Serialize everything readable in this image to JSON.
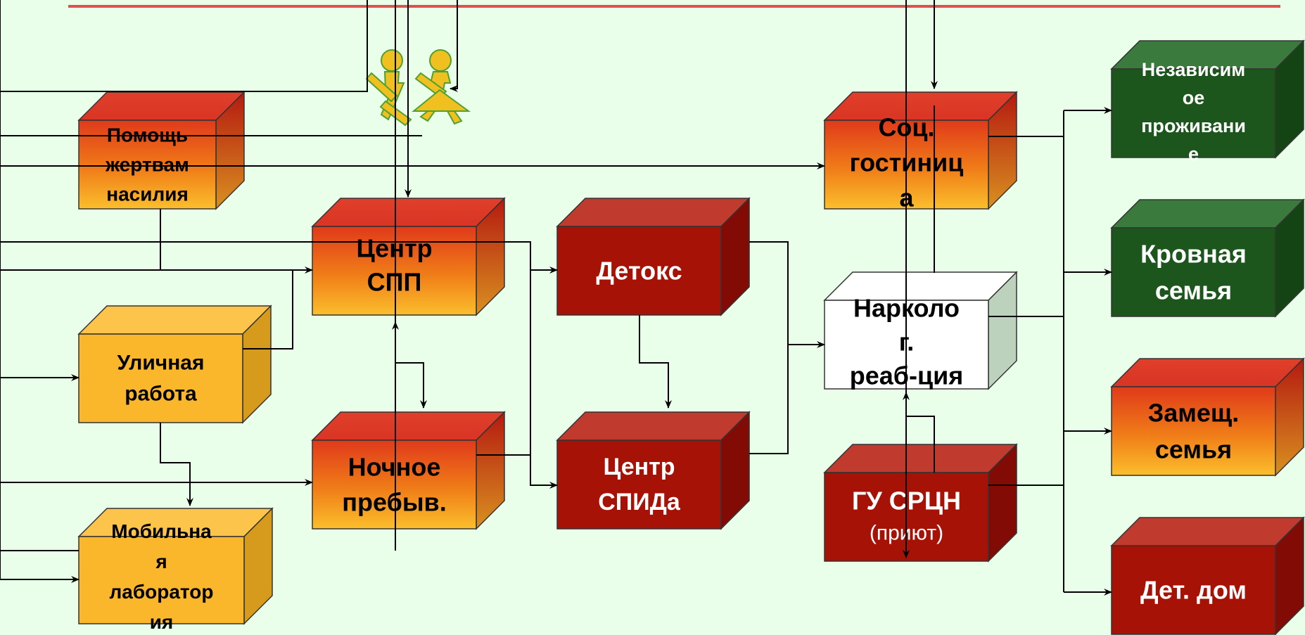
{
  "colors": {
    "background": "#eaffea",
    "top_rule": "#e0504c",
    "line": "#000000",
    "figure_fill": "#f0c020",
    "figure_stroke": "#50a030"
  },
  "boxes": [
    {
      "id": "help-victims",
      "lines": [
        "Помощь",
        "жертвам",
        "насилия"
      ],
      "style": "orange"
    },
    {
      "id": "street-work",
      "lines": [
        "Уличная",
        "работа"
      ],
      "style": "yellow"
    },
    {
      "id": "mobile-lab",
      "lines": [
        "Мобильна",
        "я",
        "лаборатор",
        "ия"
      ],
      "style": "yellow"
    },
    {
      "id": "center-spp",
      "lines": [
        "Центр",
        "СПП"
      ],
      "style": "orange"
    },
    {
      "id": "night-stay",
      "lines": [
        "Ночное",
        "пребыв."
      ],
      "style": "orange"
    },
    {
      "id": "detox",
      "lines": [
        "Детокс"
      ],
      "style": "red"
    },
    {
      "id": "aids-center",
      "lines": [
        "Центр",
        "СПИДа"
      ],
      "style": "red"
    },
    {
      "id": "social-hotel",
      "lines": [
        "Соц.",
        "гостиниц",
        "а"
      ],
      "style": "orange"
    },
    {
      "id": "narco-rehab",
      "lines": [
        "Нарколо",
        "г.",
        "реаб-ция"
      ],
      "style": "white"
    },
    {
      "id": "gu-srcn",
      "lines": [
        "ГУ СРЦН",
        "(приют)"
      ],
      "style": "red"
    },
    {
      "id": "independent-living",
      "lines": [
        "Независим",
        "ое",
        "проживани",
        "е"
      ],
      "style": "green"
    },
    {
      "id": "blood-family",
      "lines": [
        "Кровная",
        "семья"
      ],
      "style": "green"
    },
    {
      "id": "foster-family",
      "lines": [
        "Замещ.",
        "семья"
      ],
      "style": "orange"
    },
    {
      "id": "orphanage",
      "lines": [
        "Дет. дом"
      ],
      "style": "red"
    }
  ]
}
